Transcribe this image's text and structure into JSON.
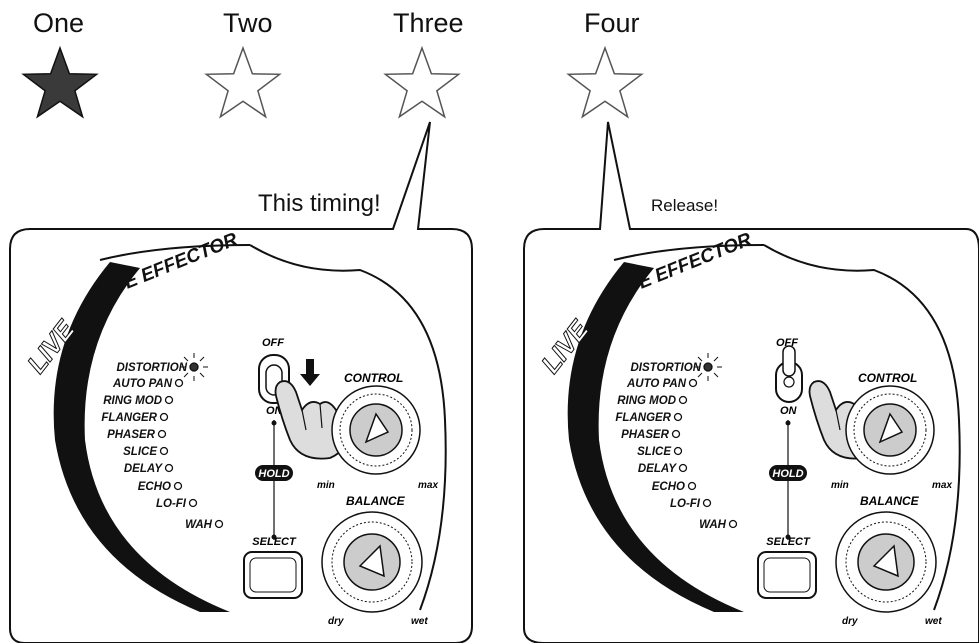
{
  "beats": [
    {
      "label": "One",
      "star": "filled"
    },
    {
      "label": "Two",
      "star": "outline"
    },
    {
      "label": "Three",
      "star": "outline"
    },
    {
      "label": "Four",
      "star": "outline"
    }
  ],
  "callouts": {
    "press": "This timing!",
    "release": "Release!"
  },
  "panel": {
    "brand": "LIVE EFFECTOR",
    "effects": [
      "DISTORTION",
      "AUTO PAN",
      "RING MOD",
      "FLANGER",
      "PHASER",
      "SLICE",
      "DELAY",
      "ECHO",
      "LO-FI",
      "WAH"
    ],
    "switch_off": "OFF",
    "switch_on": "ON",
    "hold": "HOLD",
    "select": "SELECT",
    "control": "CONTROL",
    "control_min": "min",
    "control_max": "max",
    "balance": "BALANCE",
    "balance_min": "dry",
    "balance_max": "wet"
  },
  "colors": {
    "star_fill": "#3a3a3a",
    "ink": "#111111"
  }
}
